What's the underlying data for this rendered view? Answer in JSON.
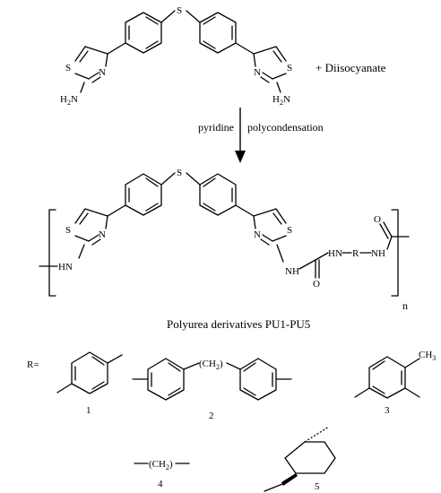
{
  "reaction": {
    "plus_reagent": "+ Diisocyanate",
    "condition_left": "pyridine",
    "condition_right": "polycondensation"
  },
  "atoms": {
    "S": "S",
    "N": "N",
    "NH": "NH",
    "HN": "HN",
    "H2N": "H2N",
    "O": "O",
    "R": "R",
    "CH3": "CH3"
  },
  "polymer": {
    "repeat_n": "n",
    "caption": "Polyurea derivatives PU1-PU5"
  },
  "r_groups": {
    "prefix": "R=",
    "group2_bridge": "(CH2)",
    "group4_chain": "(CH2)",
    "numbers": [
      "1",
      "2",
      "3",
      "4",
      "5"
    ]
  }
}
